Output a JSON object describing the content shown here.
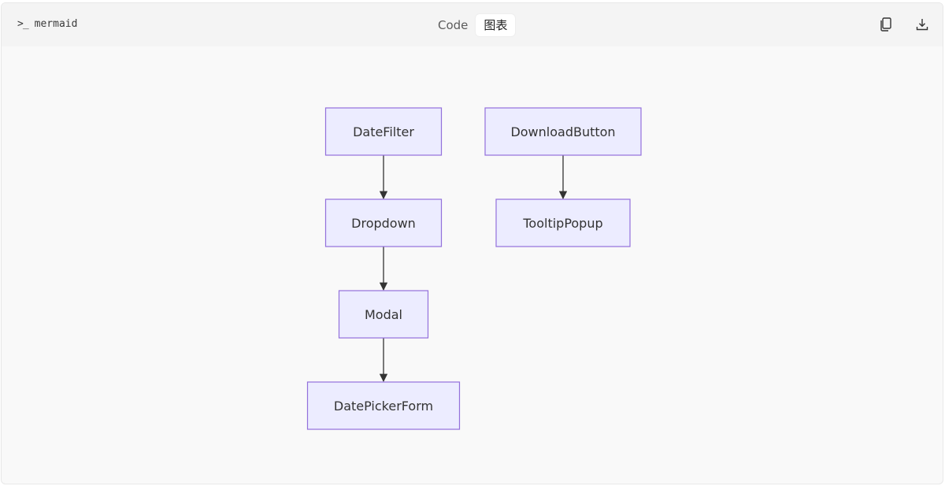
{
  "header": {
    "language": "mermaid",
    "tabs": [
      {
        "label": "Code",
        "active": false
      },
      {
        "label": "图表",
        "active": true
      }
    ],
    "actions": [
      {
        "icon": "copy-icon"
      },
      {
        "icon": "download-icon"
      }
    ]
  },
  "diagram": {
    "type": "flowchart",
    "node_fill": "#ececff",
    "node_stroke": "#9370db",
    "edge_color": "#333333",
    "nodes": [
      {
        "id": "date-filter",
        "label": "DateFilter"
      },
      {
        "id": "dropdown",
        "label": "Dropdown"
      },
      {
        "id": "modal",
        "label": "Modal"
      },
      {
        "id": "date-picker-form",
        "label": "DatePickerForm"
      },
      {
        "id": "download-button",
        "label": "DownloadButton"
      },
      {
        "id": "tooltip-popup",
        "label": "TooltipPopup"
      }
    ],
    "edges": [
      {
        "from": "date-filter",
        "to": "dropdown"
      },
      {
        "from": "dropdown",
        "to": "modal"
      },
      {
        "from": "modal",
        "to": "date-picker-form"
      },
      {
        "from": "download-button",
        "to": "tooltip-popup"
      }
    ]
  }
}
